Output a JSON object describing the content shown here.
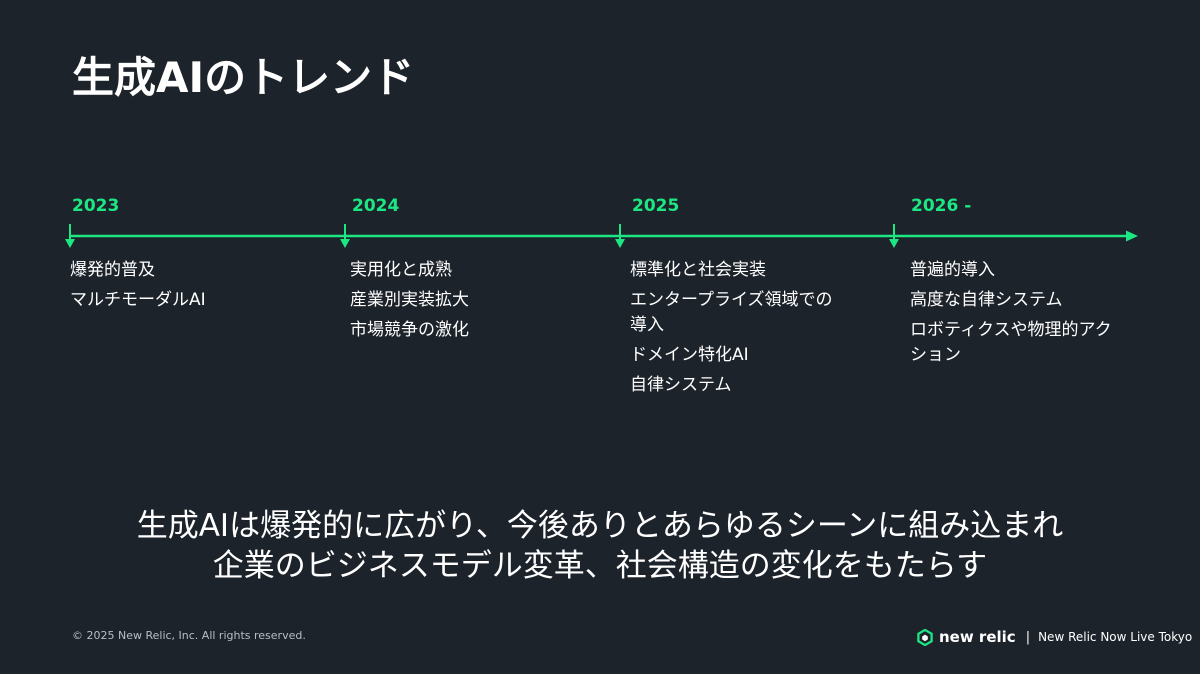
{
  "slide": {
    "title": "生成AIのトレンド",
    "accent_color": "#1ce783",
    "background_color": "#1d232b"
  },
  "timeline": [
    {
      "year": "2023",
      "items": [
        "爆発的普及",
        "マルチモーダルAI"
      ]
    },
    {
      "year": "2024",
      "items": [
        "実用化と成熟",
        "産業別実装拡大",
        "市場競争の激化"
      ]
    },
    {
      "year": "2025",
      "items": [
        "標準化と社会実装",
        "エンタープライズ領域での導入",
        "ドメイン特化AI",
        "自律システム"
      ]
    },
    {
      "year": "2026 -",
      "items": [
        "普遍的導入",
        "高度な自律システム",
        "ロボティクスや物理的アクション"
      ]
    }
  ],
  "headline": {
    "line1": "生成AIは爆発的に広がり、今後ありとあらゆるシーンに組み込まれ",
    "line2": "企業のビジネスモデル変革、社会構造の変化をもたらす"
  },
  "footer": {
    "copyright": "© 2025 New Relic, Inc. All rights reserved.",
    "brand": "new relic",
    "separator": "|",
    "event": "New Relic Now Live Tokyo",
    "logo_icon": "new-relic-logo-icon"
  }
}
